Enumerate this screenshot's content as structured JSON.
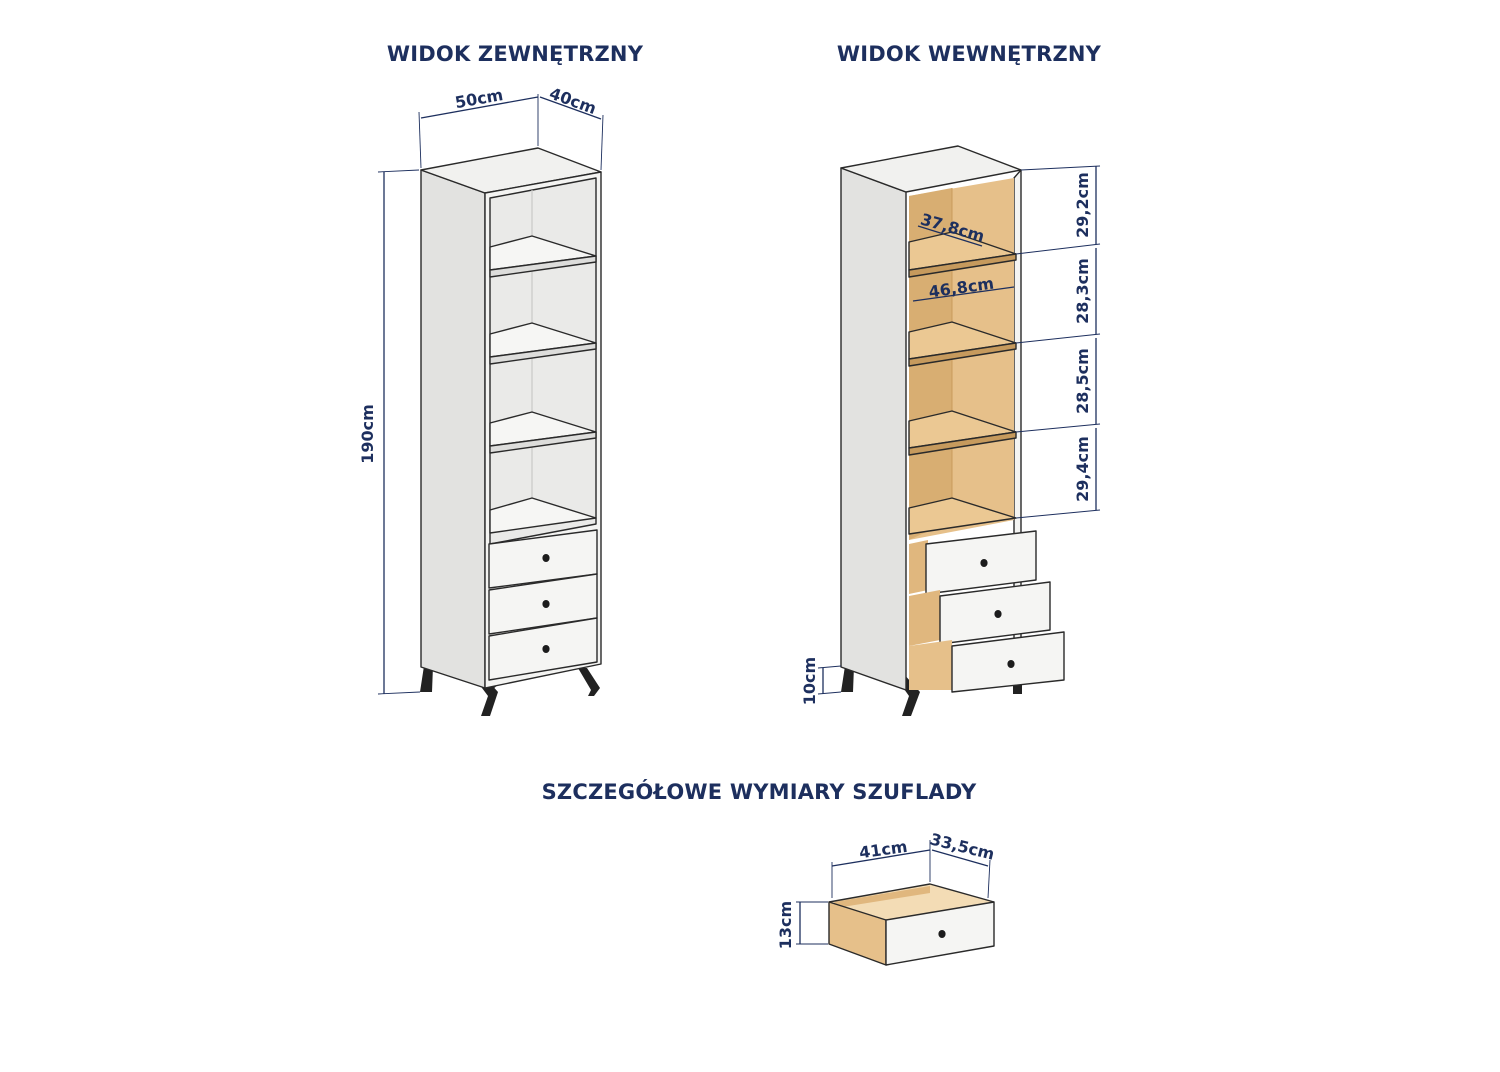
{
  "titles": {
    "exterior": "WIDOK ZEWNĘTRZNY",
    "interior": "WIDOK WEWNĘTRZNY",
    "drawer": "SZCZEGÓŁOWE WYMIARY SZUFLADY"
  },
  "dimensions": {
    "exterior_width": "50cm",
    "exterior_depth": "40cm",
    "exterior_height": "190cm",
    "interior_shelf_depth": "37,8cm",
    "interior_shelf_width": "46,8cm",
    "compartment_1": "29,2cm",
    "compartment_2": "28,3cm",
    "compartment_3": "28,5cm",
    "compartment_4": "29,4cm",
    "leg_height": "10cm",
    "drawer_width": "41cm",
    "drawer_depth": "33,5cm",
    "drawer_height": "13cm"
  },
  "colors": {
    "dimension_text": "#1d2f5e",
    "panel_white": "#f2f2f0",
    "panel_shade": "#dedede",
    "oak": "#e8c48e",
    "oak_dark": "#d6ab6d",
    "legs": "#222222"
  }
}
